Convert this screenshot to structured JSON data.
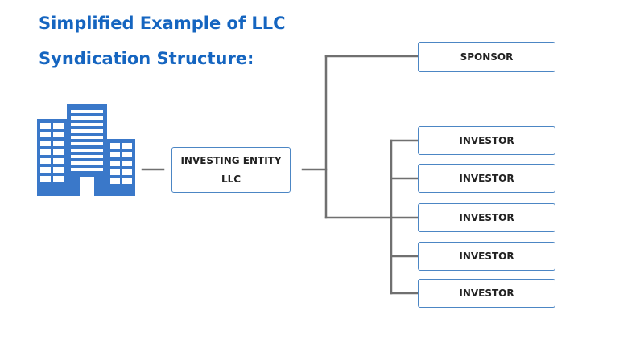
{
  "title": {
    "line1": "Simplified Example of LLC",
    "line2": "Syndication Structure:"
  },
  "icons": {
    "building": "office-buildings-icon"
  },
  "entity": {
    "line1": "INVESTING ENTITY",
    "line2": "LLC"
  },
  "sponsor": {
    "label": "SPONSOR"
  },
  "investors": [
    {
      "label": "INVESTOR"
    },
    {
      "label": "INVESTOR"
    },
    {
      "label": "INVESTOR"
    },
    {
      "label": "INVESTOR"
    },
    {
      "label": "INVESTOR"
    }
  ],
  "colors": {
    "title": "#1565c0",
    "building": "#3a78c9",
    "connector": "#707070",
    "box_border": "#4c86c4"
  }
}
